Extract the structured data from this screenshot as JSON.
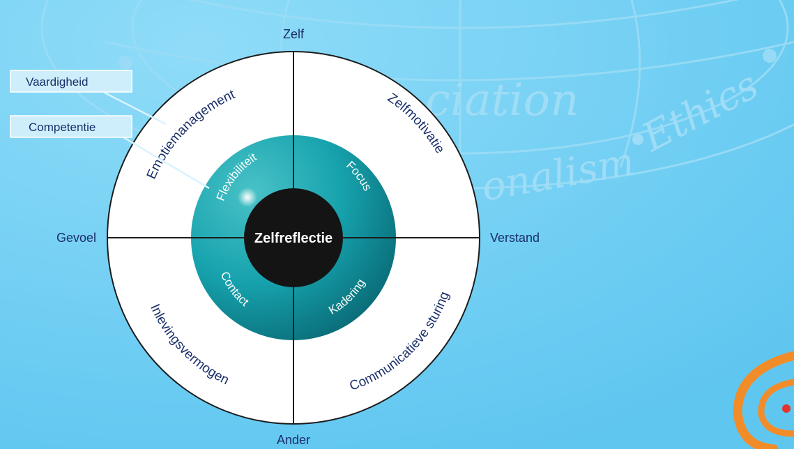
{
  "center": {
    "label": "Zelfreflectie"
  },
  "axes": {
    "top": "Zelf",
    "bottom": "Ander",
    "left": "Gevoel",
    "right": "Verstand"
  },
  "outer_ring": [
    {
      "quadrant": "top-left",
      "label": "Emotiemanagement"
    },
    {
      "quadrant": "top-right",
      "label": "Zelfmotivatie"
    },
    {
      "quadrant": "bottom-left",
      "label": "Inlevingsvermogen"
    },
    {
      "quadrant": "bottom-right",
      "label": "Communicatieve sturing"
    }
  ],
  "inner_ring": [
    {
      "quadrant": "top-left",
      "label": "Flexibiliteit"
    },
    {
      "quadrant": "top-right",
      "label": "Focus"
    },
    {
      "quadrant": "bottom-left",
      "label": "Contact"
    },
    {
      "quadrant": "bottom-right",
      "label": "Kadering"
    }
  ],
  "legend": [
    {
      "label": "Vaardigheid",
      "points_to": "outer ring"
    },
    {
      "label": "Competentie",
      "points_to": "inner ring"
    }
  ],
  "watermark": {
    "lines": [
      "ciation",
      "onalism",
      "Ethics"
    ]
  },
  "colors": {
    "background": "#6ecff4",
    "ring_fill": "#ffffff",
    "inner_teal": "#1aa1ab",
    "center_fill": "#141414",
    "text_navy": "#1a2f6a",
    "logo_orange": "#f28c28",
    "logo_red": "#e5322d"
  }
}
